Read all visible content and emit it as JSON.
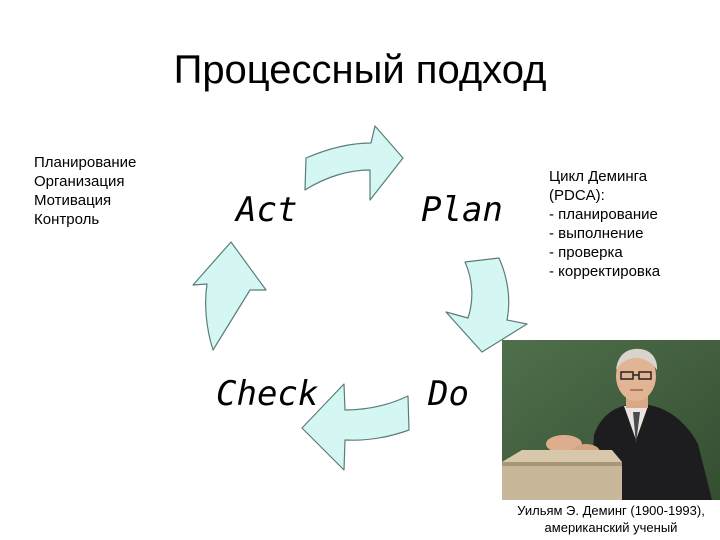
{
  "title": "Процессный подход",
  "management_functions": [
    "Планирование",
    "Организация",
    "Мотивация",
    "Контроль"
  ],
  "cycle": {
    "stages": {
      "act": "Act",
      "plan": "Plan",
      "check": "Check",
      "do": "Do"
    },
    "arrow_fill": "#d5f7f4",
    "arrow_stroke": "#5a7c7a"
  },
  "pdca": {
    "heading_line1": "Цикл Деминга",
    "heading_line2": "(PDCA):",
    "items": [
      "- планирование",
      "- выполнение",
      "- проверка",
      "- корректировка"
    ]
  },
  "photo": {
    "description": "portrait-of-deming",
    "board_color": "#3f5e3c",
    "podium_color": "#c9b79a"
  },
  "caption": {
    "line1": "Уильям Э. Деминг (1900-1993),",
    "line2": "американский ученый"
  }
}
